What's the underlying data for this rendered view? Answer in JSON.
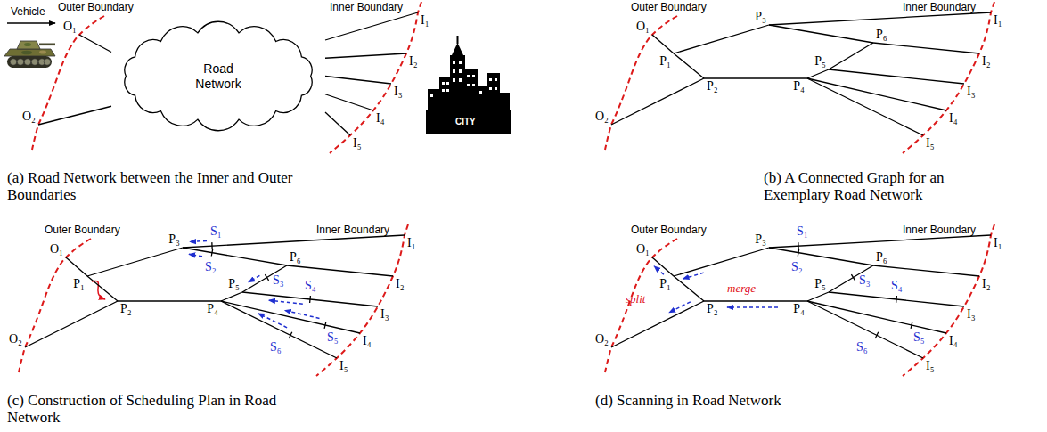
{
  "diagram": {
    "nodes": [
      {
        "text": [
          "O₁"
        ]
      },
      {
        "text": [
          "O₂"
        ]
      },
      {
        "text": [
          "Road Network"
        ]
      },
      {
        "text": [
          "I₁"
        ]
      },
      {
        "text": [
          "I₂"
        ]
      },
      {
        "text": [
          "I₃"
        ]
      },
      {
        "text": [
          "I₄"
        ]
      },
      {
        "text": [
          "I₅"
        ]
      },
      {
        "text": [
          "O₁"
        ]
      },
      {
        "text": [
          "O₂"
        ]
      },
      {
        "text": [
          "P₁"
        ]
      },
      {
        "text": [
          "P₂"
        ]
      },
      {
        "text": [
          "P₃"
        ]
      },
      {
        "text": [
          "P₄"
        ]
      },
      {
        "text": [
          "P₅"
        ]
      },
      {
        "text": [
          "P₆"
        ]
      },
      {
        "text": [
          "I₁"
        ]
      },
      {
        "text": [
          "I₂"
        ]
      },
      {
        "text": [
          "I₃"
        ]
      },
      {
        "text": [
          "I₄"
        ]
      },
      {
        "text": [
          "I₅"
        ]
      },
      {
        "text": [
          "O₁"
        ]
      },
      {
        "text": [
          "O₂"
        ]
      },
      {
        "text": [
          "P₁"
        ]
      },
      {
        "text": [
          "P₂"
        ]
      },
      {
        "text": [
          "P₃"
        ]
      },
      {
        "text": [
          "P₄"
        ]
      },
      {
        "text": [
          "P₅"
        ]
      },
      {
        "text": [
          "P₆"
        ]
      },
      {
        "text": [
          "I₁"
        ]
      },
      {
        "text": [
          "I₂"
        ]
      },
      {
        "text": [
          "I₃"
        ]
      },
      {
        "text": [
          "I₄"
        ]
      },
      {
        "text": [
          "I₅"
        ]
      },
      {
        "text": [
          "O₁"
        ]
      },
      {
        "text": [
          "O₂"
        ]
      },
      {
        "text": [
          "P₁"
        ]
      },
      {
        "text": [
          "P₂"
        ]
      },
      {
        "text": [
          "P₃"
        ]
      },
      {
        "text": [
          "P₄"
        ]
      },
      {
        "text": [
          "P₅"
        ]
      },
      {
        "text": [
          "P₆"
        ]
      },
      {
        "text": [
          "I₁"
        ]
      },
      {
        "text": [
          "I₂"
        ]
      },
      {
        "text": [
          "I₃"
        ]
      },
      {
        "text": [
          "I₄"
        ]
      },
      {
        "text": [
          "I₅"
        ]
      }
    ],
    "edges": [
      {
        "from": 0,
        "to": 2,
        "arrow": "none"
      },
      {
        "from": 1,
        "to": 2,
        "arrow": "none"
      },
      {
        "from": 2,
        "to": 3,
        "arrow": "none"
      },
      {
        "from": 2,
        "to": 4,
        "arrow": "none"
      },
      {
        "from": 2,
        "to": 5,
        "arrow": "none"
      },
      {
        "from": 2,
        "to": 6,
        "arrow": "none"
      },
      {
        "from": 2,
        "to": 7,
        "arrow": "none"
      },
      {
        "from": 8,
        "to": 10,
        "arrow": "none"
      },
      {
        "from": 10,
        "to": 12,
        "arrow": "none"
      },
      {
        "from": 10,
        "to": 11,
        "arrow": "none"
      },
      {
        "from": 9,
        "to": 11,
        "arrow": "none"
      },
      {
        "from": 11,
        "to": 13,
        "arrow": "none"
      },
      {
        "from": 12,
        "to": 16,
        "arrow": "none"
      },
      {
        "from": 12,
        "to": 15,
        "arrow": "none"
      },
      {
        "from": 15,
        "to": 17,
        "arrow": "none"
      },
      {
        "from": 14,
        "to": 15,
        "arrow": "none"
      },
      {
        "from": 13,
        "to": 14,
        "arrow": "none"
      },
      {
        "from": 14,
        "to": 18,
        "arrow": "none"
      },
      {
        "from": 13,
        "to": 19,
        "arrow": "none"
      },
      {
        "from": 13,
        "to": 20,
        "arrow": "none"
      },
      {
        "from": 21,
        "to": 23,
        "arrow": "none"
      },
      {
        "from": 23,
        "to": 25,
        "arrow": "none"
      },
      {
        "from": 23,
        "to": 24,
        "arrow": "none"
      },
      {
        "from": 22,
        "to": 24,
        "arrow": "none"
      },
      {
        "from": 24,
        "to": 26,
        "arrow": "none"
      },
      {
        "from": 25,
        "to": 29,
        "arrow": "none"
      },
      {
        "from": 25,
        "to": 28,
        "arrow": "none"
      },
      {
        "from": 28,
        "to": 30,
        "arrow": "none"
      },
      {
        "from": 27,
        "to": 28,
        "arrow": "none"
      },
      {
        "from": 26,
        "to": 27,
        "arrow": "none"
      },
      {
        "from": 27,
        "to": 31,
        "arrow": "none"
      },
      {
        "from": 26,
        "to": 32,
        "arrow": "none"
      },
      {
        "from": 26,
        "to": 33,
        "arrow": "none"
      },
      {
        "from": 34,
        "to": 36,
        "arrow": "none"
      },
      {
        "from": 36,
        "to": 38,
        "arrow": "none"
      },
      {
        "from": 36,
        "to": 37,
        "arrow": "none"
      },
      {
        "from": 35,
        "to": 37,
        "arrow": "none"
      },
      {
        "from": 37,
        "to": 39,
        "arrow": "none"
      },
      {
        "from": 38,
        "to": 42,
        "arrow": "none"
      },
      {
        "from": 38,
        "to": 41,
        "arrow": "none"
      },
      {
        "from": 41,
        "to": 43,
        "arrow": "none"
      },
      {
        "from": 40,
        "to": 41,
        "arrow": "none"
      },
      {
        "from": 39,
        "to": 40,
        "arrow": "none"
      },
      {
        "from": 40,
        "to": 44,
        "arrow": "none"
      },
      {
        "from": 39,
        "to": 45,
        "arrow": "none"
      },
      {
        "from": 39,
        "to": 46,
        "arrow": "none"
      }
    ],
    "labels": [
      "Outer Boundary",
      "Inner Boundary",
      "Vehicle",
      "CITY",
      "(a) Road Network between the Inner and Outer Boundaries",
      "Outer Boundary",
      "Inner Boundary",
      "(b) A Connected Graph for an Exemplary Road Network",
      "Outer Boundary",
      "Inner Boundary",
      "S₁",
      "S₂",
      "S₃",
      "S₄",
      "S₅",
      "S₆",
      "(c) Construction of Scheduling Plan in Road Network",
      "Outer Boundary",
      "Inner Boundary",
      "split",
      "merge",
      "S₁",
      "S₂",
      "S₃",
      "S₄",
      "S₅",
      "S₆",
      "(d) Scanning in Road Network"
    ]
  }
}
